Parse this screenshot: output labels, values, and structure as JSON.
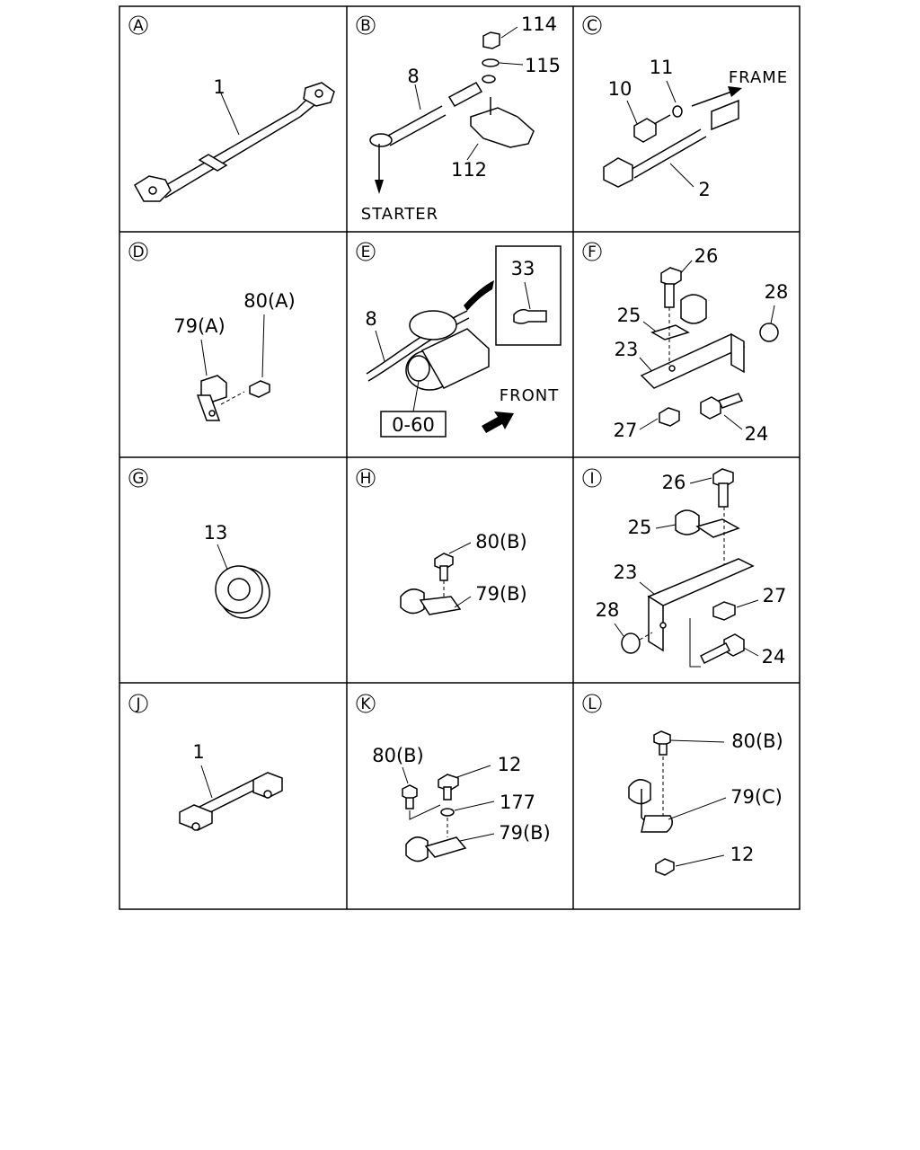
{
  "panels": [
    {
      "letter": "A",
      "labels": [
        "1"
      ]
    },
    {
      "letter": "B",
      "labels": [
        "114",
        "115",
        "8",
        "112"
      ],
      "note": "STARTER"
    },
    {
      "letter": "C",
      "labels": [
        "11",
        "10",
        "2"
      ],
      "note": "FRAME"
    },
    {
      "letter": "D",
      "labels": [
        "80(A)",
        "79(A)"
      ]
    },
    {
      "letter": "E",
      "labels": [
        "8",
        "33"
      ],
      "ref": "0-60",
      "note": "FRONT"
    },
    {
      "letter": "F",
      "labels": [
        "26",
        "28",
        "25",
        "23",
        "27",
        "24"
      ]
    },
    {
      "letter": "G",
      "labels": [
        "13"
      ]
    },
    {
      "letter": "H",
      "labels": [
        "80(B)",
        "79(B)"
      ]
    },
    {
      "letter": "I",
      "labels": [
        "26",
        "25",
        "23",
        "27",
        "28",
        "24"
      ]
    },
    {
      "letter": "J",
      "labels": [
        "1"
      ]
    },
    {
      "letter": "K",
      "labels": [
        "80(B)",
        "12",
        "177",
        "79(B)"
      ]
    },
    {
      "letter": "L",
      "labels": [
        "80(B)",
        "79(C)",
        "12"
      ]
    }
  ]
}
